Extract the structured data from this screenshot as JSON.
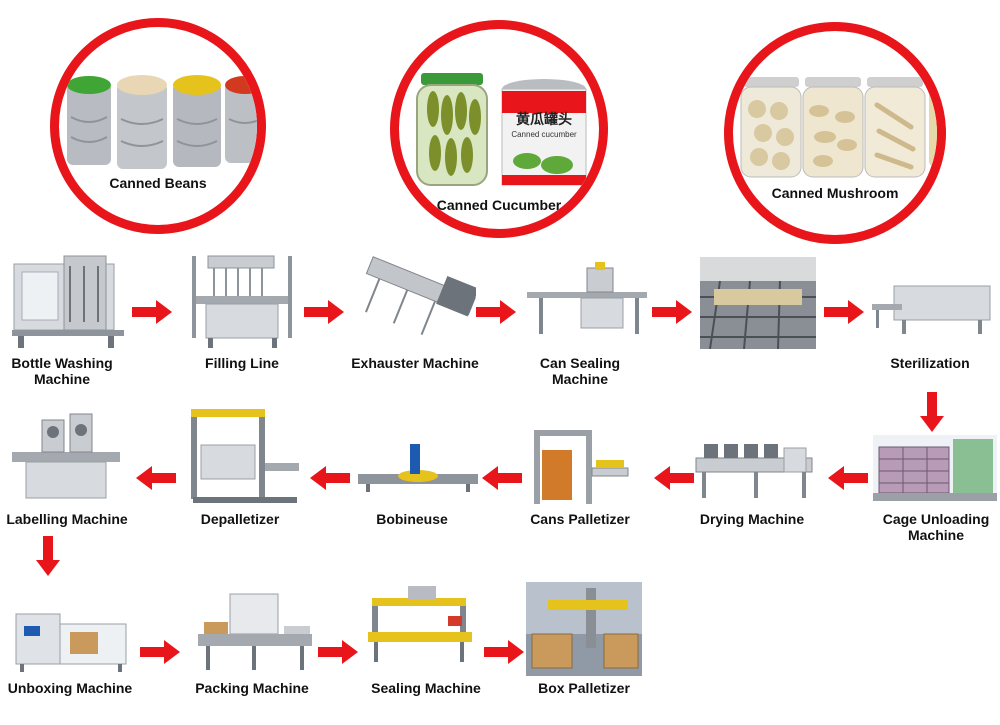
{
  "products": [
    {
      "id": "beans",
      "label": "Canned Beans"
    },
    {
      "id": "cucumber",
      "label": "Canned Cucumber",
      "jar_label": "黄瓜罐头",
      "jar_sublabel": "Canned cucumber"
    },
    {
      "id": "mushroom",
      "label": "Canned Mushroom"
    }
  ],
  "steps": [
    {
      "id": "bottle-washing",
      "label_lines": [
        "Bottle Washing",
        "Machine"
      ]
    },
    {
      "id": "filling-line",
      "label_lines": [
        "Filling Line"
      ]
    },
    {
      "id": "exhauster",
      "label_lines": [
        "Exhauster Machine"
      ]
    },
    {
      "id": "can-sealing",
      "label_lines": [
        "Can Sealing",
        "Machine"
      ]
    },
    {
      "id": "sterilization",
      "label_lines": [
        "Sterilization"
      ]
    },
    {
      "id": "cage-unloading",
      "label_lines": [
        "Cage Unloading",
        "Machine"
      ]
    },
    {
      "id": "drying",
      "label_lines": [
        "Drying Machine"
      ]
    },
    {
      "id": "cans-palletizer",
      "label_lines": [
        "Cans Palletizer"
      ]
    },
    {
      "id": "bobineuse",
      "label_lines": [
        "Bobineuse"
      ]
    },
    {
      "id": "depalletizer",
      "label_lines": [
        "Depalletizer"
      ]
    },
    {
      "id": "labelling",
      "label_lines": [
        "Labelling Machine"
      ]
    },
    {
      "id": "unboxing",
      "label_lines": [
        "Unboxing Machine"
      ]
    },
    {
      "id": "packing",
      "label_lines": [
        "Packing Machine"
      ]
    },
    {
      "id": "sealing",
      "label_lines": [
        "Sealing Machine"
      ]
    },
    {
      "id": "box-palletizer",
      "label_lines": [
        "Box Palletizer"
      ]
    }
  ],
  "colors": {
    "accent": "#e8151b",
    "steel": "#c9ccd1",
    "dark": "#555b63"
  }
}
